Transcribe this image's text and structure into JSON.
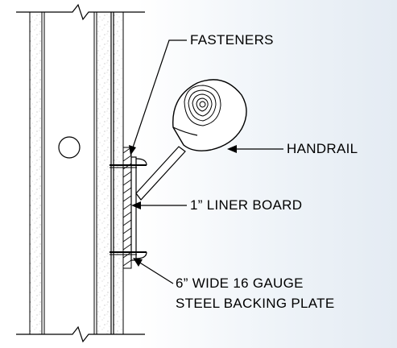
{
  "labels": {
    "fasteners": "FASTENERS",
    "handrail": "HANDRAIL",
    "liner_board": "1” LINER BOARD",
    "backing_plate_line1": "6” WIDE 16 GAUGE",
    "backing_plate_line2": "STEEL BACKING PLATE"
  },
  "colors": {
    "line": "#000000",
    "speckle": "#8a8a8a",
    "background_tint": "#e4ebf3"
  }
}
